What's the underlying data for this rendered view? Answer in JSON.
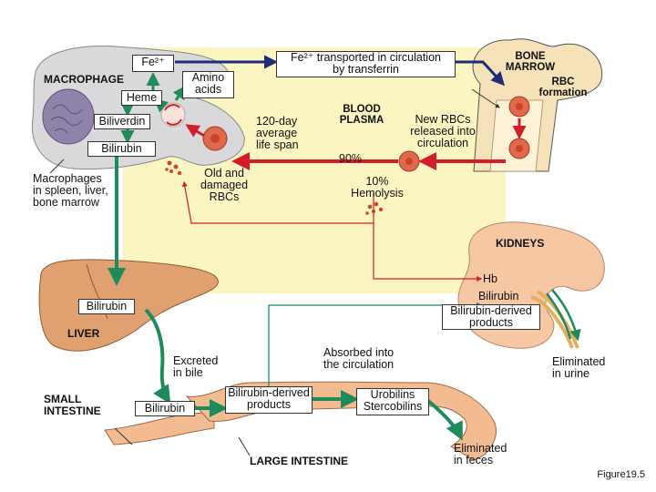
{
  "labels": {
    "fe_macrophage": "Fe²⁺",
    "amino_acids": "Amino\nacids",
    "macrophage": "MACROPHAGE",
    "heme": "Heme",
    "biliverdin": "Biliverdin",
    "bilirubin_macrophage": "Bilirubin",
    "macrophages_note": "Macrophages\nin spleen, liver,\nbone marrow",
    "fe_transport": "Fe²⁺ transported in circulation\nby transferrin",
    "bone_marrow": "BONE\nMARROW",
    "rbc_formation": "RBC\nformation",
    "blood_plasma": "BLOOD\nPLASMA",
    "lifespan": "120-day\naverage\nlife span",
    "new_rbcs": "New RBCs\nreleased into\ncirculation",
    "percent_90": "90%",
    "old_rbcs": "Old and\ndamaged\nRBCs",
    "hemolysis": "10%\nHemolysis",
    "kidneys": "KIDNEYS",
    "hb": "Hb",
    "bilirubin_kidney": "Bilirubin",
    "bilirubin_products_kidney": "Bilirubin-derived\nproducts",
    "eliminated_urine": "Eliminated\nin urine",
    "bilirubin_liver": "Bilirubin",
    "liver": "LIVER",
    "excreted_bile": "Excreted\nin bile",
    "absorbed": "Absorbed into\nthe circulation",
    "small_intestine": "SMALL\nINTESTINE",
    "bilirubin_intestine": "Bilirubin",
    "bilirubin_products_intestine": "Bilirubin-derived\nproducts",
    "urobilins": "Urobilins\nStercobilins",
    "large_intestine": "LARGE INTESTINE",
    "eliminated_feces": "Eliminated\nin feces",
    "figure": "Figure19.5"
  },
  "colors": {
    "plasma_bg": "#fbf5c2",
    "macrophage": "#d9d9dc",
    "nucleus": "#8f83aa",
    "bone": "#f5e2b8",
    "rbc": "#e0684b",
    "kidney": "#f5c7a3",
    "liver": "#e0a070",
    "intestine": "#f3bb90",
    "green_arrow": "#1f8a5a",
    "red_arrow": "#d21d2b",
    "blue_arrow": "#1f2a78"
  }
}
